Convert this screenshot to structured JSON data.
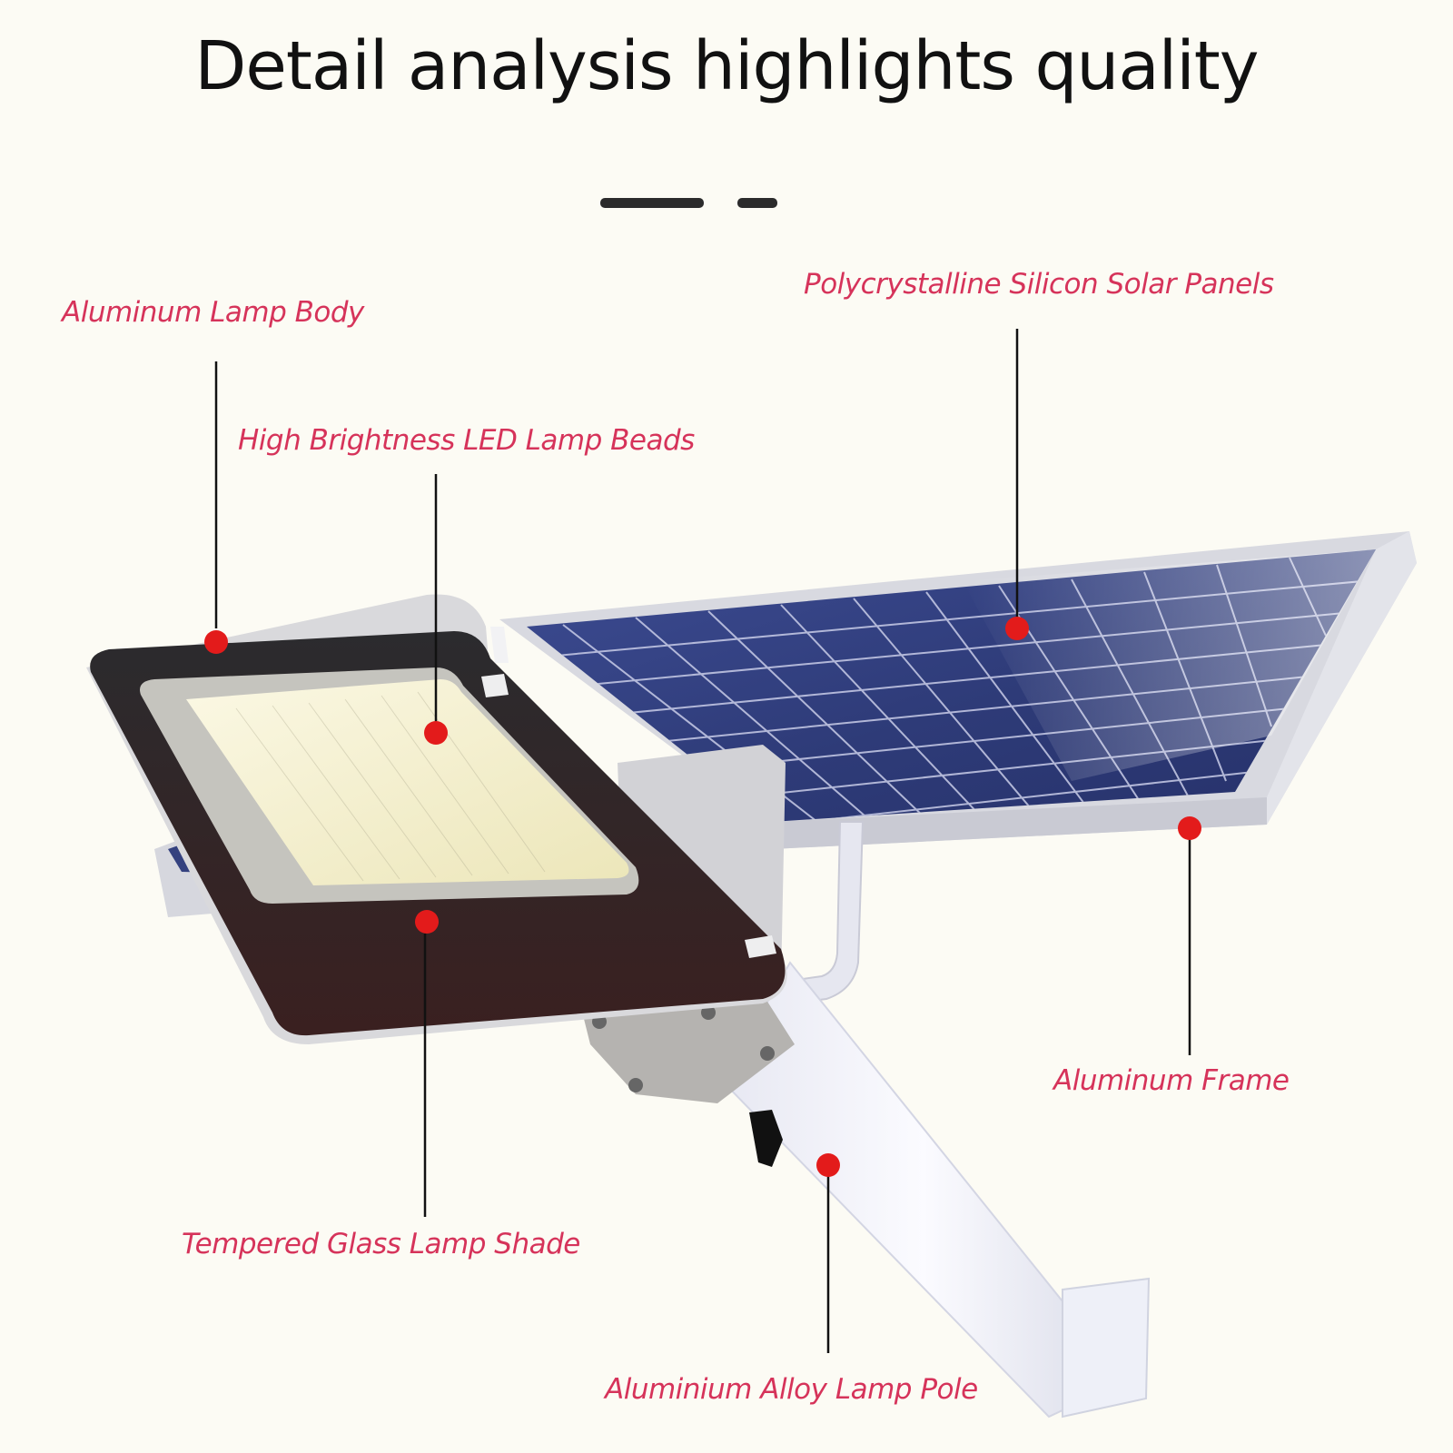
{
  "header": {
    "title": "Detail analysis highlights quality"
  },
  "colors": {
    "background": "#fcfbf4",
    "label_text": "#d6335a",
    "marker_dot": "#e31b1b",
    "leader_line": "#111111",
    "solar_cells": "#33407f",
    "frame": "#dcdde3",
    "lamp_housing": "#2a2424",
    "led_panel": "#f3efcf"
  },
  "callouts": [
    {
      "id": "aluminum-lamp-body",
      "label": "Aluminum Lamp Body"
    },
    {
      "id": "high-brightness-led-lamp-beads",
      "label": "High Brightness LED Lamp Beads"
    },
    {
      "id": "polycrystalline-silicon-solar-panels",
      "label": "Polycrystalline Silicon Solar Panels"
    },
    {
      "id": "aluminum-frame",
      "label": "Aluminum Frame"
    },
    {
      "id": "tempered-glass-lamp-shade",
      "label": "Tempered Glass Lamp Shade"
    },
    {
      "id": "aluminium-alloy-lamp-pole",
      "label": "Aluminium Alloy Lamp Pole"
    }
  ]
}
